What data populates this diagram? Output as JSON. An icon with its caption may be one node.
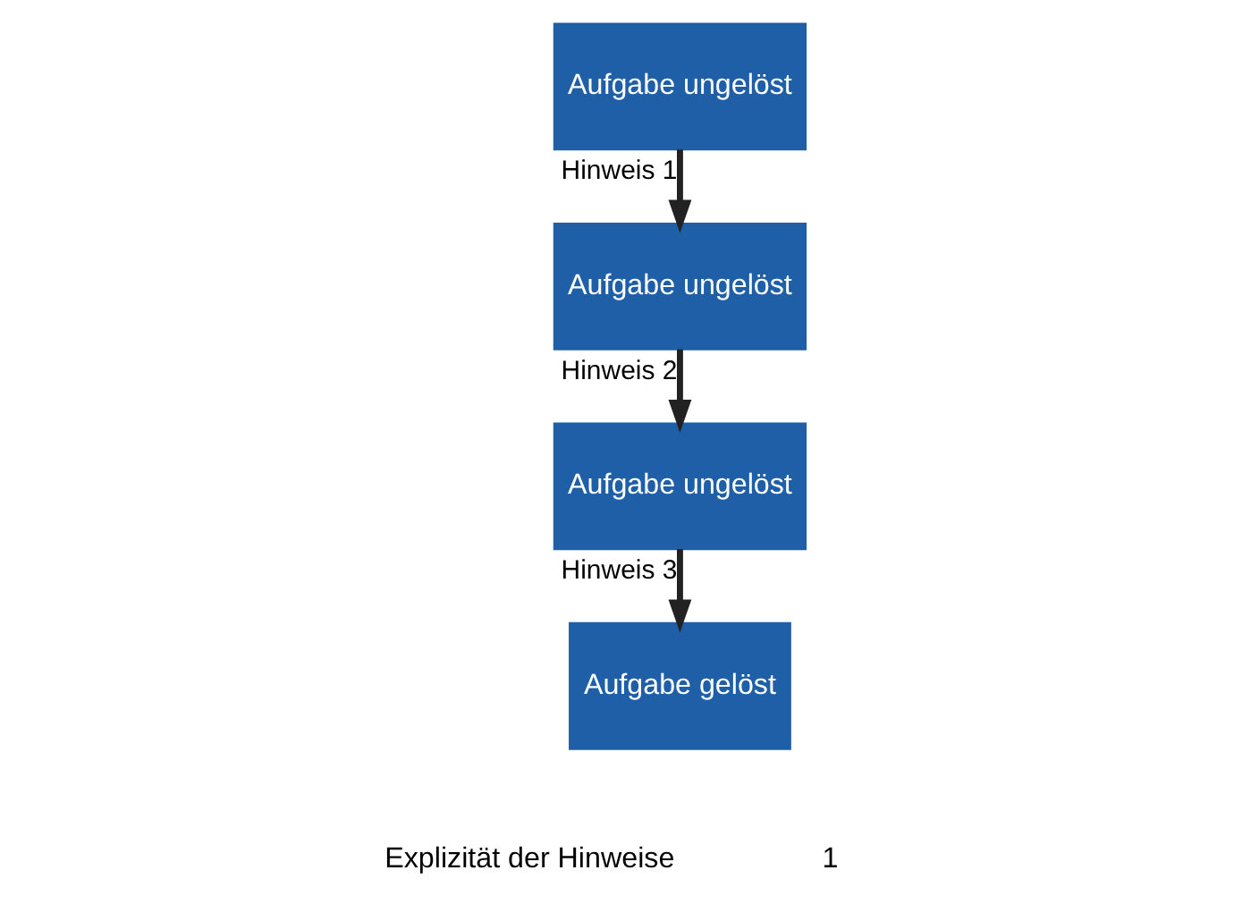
{
  "diagram": {
    "nodes": [
      {
        "text": [
          "Aufgabe ungelöst"
        ]
      },
      {
        "text": [
          "Aufgabe ungelöst"
        ]
      },
      {
        "text": [
          "Aufgabe ungelöst"
        ]
      },
      {
        "text": [
          "Aufgabe gelöst"
        ]
      }
    ],
    "edges": [
      {
        "from": 0,
        "to": 1,
        "arrow": "to",
        "label": "Hinweis 1"
      },
      {
        "from": 1,
        "to": 2,
        "arrow": "to",
        "label": "Hinweis 2"
      },
      {
        "from": 2,
        "to": 3,
        "arrow": "to",
        "label": "Hinweis 3"
      }
    ],
    "labels": [
      "Explizität der Hinweise",
      "1"
    ]
  }
}
